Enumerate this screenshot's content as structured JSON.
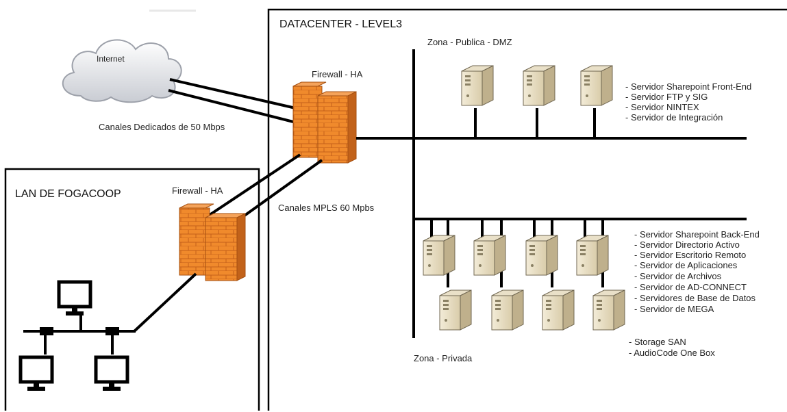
{
  "datacenter": {
    "title": "DATACENTER - LEVEL3",
    "zone_public_label": "Zona - Publica - DMZ",
    "zone_private_label": "Zona - Privada",
    "firewall_label": "Firewall - HA",
    "public_services": [
      "- Servidor Sharepoint Front-End",
      "- Servidor FTP y SIG",
      "- Servidor NINTEX",
      "- Servidor de Integración"
    ],
    "private_services": [
      "- Servidor Sharepoint Back-End",
      "- Servidor Directorio Activo",
      "- Servidor Escritorio Remoto",
      "- Servidor de Aplicaciones",
      "- Servidor de Archivos",
      "- Servidor de AD-CONNECT",
      "- Servidores de Base de Datos",
      "- Servidor de MEGA"
    ],
    "storage_items": [
      "- Storage SAN",
      "- AudioCode One Box"
    ]
  },
  "lan": {
    "title": "LAN DE FOGACOOP",
    "firewall_label": "Firewall - HA"
  },
  "internet": {
    "label": "Internet",
    "link_label": "Canales Dedicados de 50 Mbps"
  },
  "mpls": {
    "label": "Canales MPLS 60 Mpbs"
  }
}
